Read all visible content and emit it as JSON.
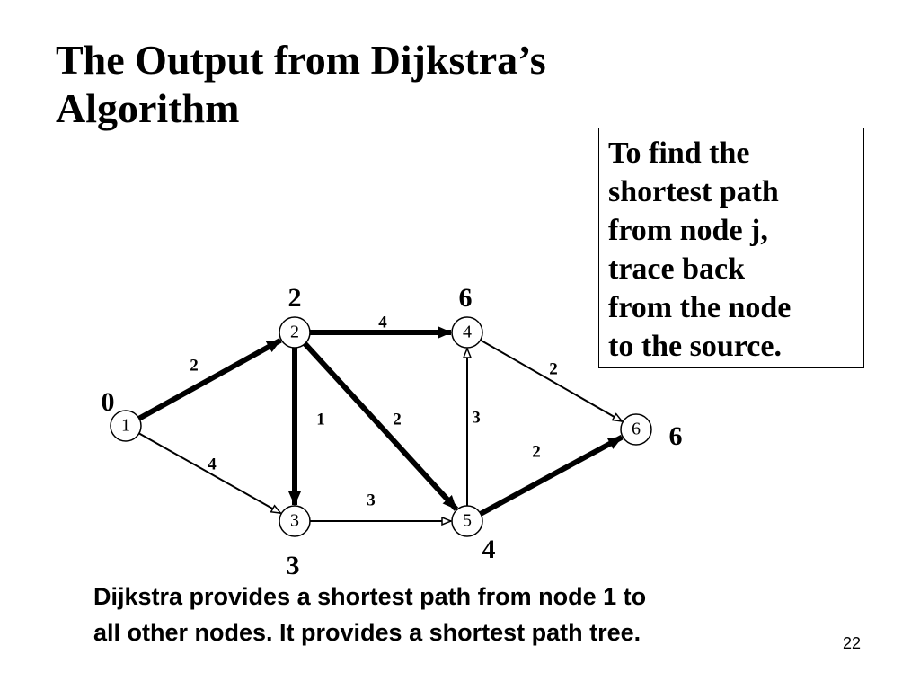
{
  "title": {
    "line1": "The Output from Dijkstra’s",
    "line2": "Algorithm"
  },
  "note": {
    "lines": [
      "To find the",
      "shortest path",
      "from node j,",
      "trace back",
      "from the node",
      "to the source."
    ]
  },
  "graph": {
    "nodes": [
      {
        "id": "1",
        "label": "1",
        "distance": "0"
      },
      {
        "id": "2",
        "label": "2",
        "distance": "2"
      },
      {
        "id": "3",
        "label": "3",
        "distance": "3"
      },
      {
        "id": "4",
        "label": "4",
        "distance": "6"
      },
      {
        "id": "5",
        "label": "5",
        "distance": "4"
      },
      {
        "id": "6",
        "label": "6",
        "distance": "6"
      }
    ],
    "edges": [
      {
        "from": "1",
        "to": "2",
        "weight": "2",
        "in_tree": true
      },
      {
        "from": "1",
        "to": "3",
        "weight": "4",
        "in_tree": false
      },
      {
        "from": "2",
        "to": "4",
        "weight": "4",
        "in_tree": true
      },
      {
        "from": "2",
        "to": "3",
        "weight": "1",
        "in_tree": true
      },
      {
        "from": "2",
        "to": "5",
        "weight": "2",
        "in_tree": true
      },
      {
        "from": "3",
        "to": "5",
        "weight": "3",
        "in_tree": false
      },
      {
        "from": "5",
        "to": "4",
        "weight": "3",
        "in_tree": false
      },
      {
        "from": "4",
        "to": "6",
        "weight": "2",
        "in_tree": false
      },
      {
        "from": "5",
        "to": "6",
        "weight": "2",
        "in_tree": true
      }
    ]
  },
  "caption": {
    "line1": "Dijkstra provides a shortest path from node 1 to",
    "line2": "all other nodes. It provides a shortest path tree."
  },
  "page_number": "22"
}
